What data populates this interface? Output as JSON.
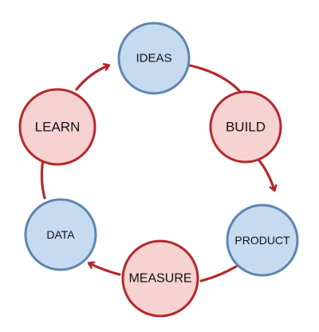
{
  "diagram": {
    "nodes": [
      {
        "id": "ideas",
        "label": "IDEAS",
        "kind": "blue"
      },
      {
        "id": "build",
        "label": "BUILD",
        "kind": "red"
      },
      {
        "id": "product",
        "label": "PRODUCT",
        "kind": "blue"
      },
      {
        "id": "measure",
        "label": "MEASURE",
        "kind": "red"
      },
      {
        "id": "data",
        "label": "DATA",
        "kind": "blue"
      },
      {
        "id": "learn",
        "label": "LEARN",
        "kind": "red"
      }
    ],
    "edges": [
      {
        "from": "ideas",
        "to": "build"
      },
      {
        "from": "build",
        "to": "product"
      },
      {
        "from": "product",
        "to": "measure"
      },
      {
        "from": "measure",
        "to": "data"
      },
      {
        "from": "data",
        "to": "learn"
      },
      {
        "from": "learn",
        "to": "ideas"
      }
    ],
    "colors": {
      "blue_fill": "#c6daf0",
      "blue_stroke": "#5f85ae",
      "red_fill": "#f6d2d1",
      "red_stroke": "#b5282c",
      "connector": "#b5282c"
    }
  }
}
